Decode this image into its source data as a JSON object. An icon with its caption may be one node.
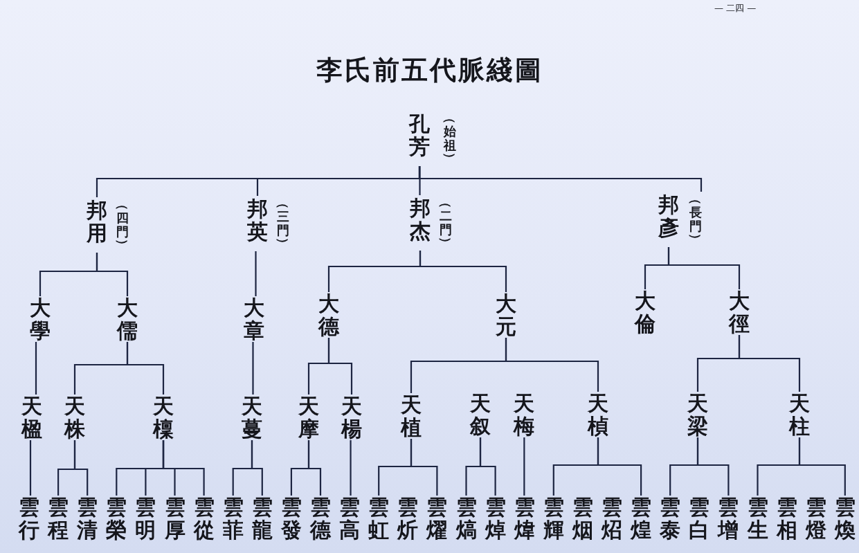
{
  "diagram": {
    "title": "李氏前五代脈綫圖",
    "nodes": [
      {
        "text": [
          "孔芳"
        ],
        "beside": [
          "（始祖）"
        ]
      },
      {
        "text": [
          "邦用"
        ],
        "beside": [
          "（四門）"
        ]
      },
      {
        "text": [
          "邦英"
        ],
        "beside": [
          "（三門）"
        ]
      },
      {
        "text": [
          "邦杰"
        ],
        "beside": [
          "（二門）"
        ]
      },
      {
        "text": [
          "邦彥"
        ],
        "beside": [
          "（長門）"
        ]
      },
      {
        "text": [
          "大學"
        ]
      },
      {
        "text": [
          "大儒"
        ]
      },
      {
        "text": [
          "大章"
        ]
      },
      {
        "text": [
          "大德"
        ]
      },
      {
        "text": [
          "大元"
        ]
      },
      {
        "text": [
          "大倫"
        ]
      },
      {
        "text": [
          "大徑"
        ]
      },
      {
        "text": [
          "天楹"
        ]
      },
      {
        "text": [
          "天株"
        ]
      },
      {
        "text": [
          "天檁"
        ]
      },
      {
        "text": [
          "天蔓"
        ]
      },
      {
        "text": [
          "天摩"
        ]
      },
      {
        "text": [
          "天楊"
        ]
      },
      {
        "text": [
          "天植"
        ]
      },
      {
        "text": [
          "天叙"
        ]
      },
      {
        "text": [
          "天梅"
        ]
      },
      {
        "text": [
          "天楨"
        ]
      },
      {
        "text": [
          "天梁"
        ]
      },
      {
        "text": [
          "天柱"
        ]
      },
      {
        "text": [
          "雲行"
        ]
      },
      {
        "text": [
          "雲程"
        ]
      },
      {
        "text": [
          "雲清"
        ]
      },
      {
        "text": [
          "雲榮"
        ]
      },
      {
        "text": [
          "雲明"
        ]
      },
      {
        "text": [
          "雲厚"
        ]
      },
      {
        "text": [
          "雲從"
        ]
      },
      {
        "text": [
          "雲菲"
        ]
      },
      {
        "text": [
          "雲龍"
        ]
      },
      {
        "text": [
          "雲發"
        ]
      },
      {
        "text": [
          "雲德"
        ]
      },
      {
        "text": [
          "雲高"
        ]
      },
      {
        "text": [
          "雲虹"
        ]
      },
      {
        "text": [
          "雲炘"
        ]
      },
      {
        "text": [
          "雲燿"
        ]
      },
      {
        "text": [
          "雲熇"
        ]
      },
      {
        "text": [
          "雲焯"
        ]
      },
      {
        "text": [
          "雲煒"
        ]
      },
      {
        "text": [
          "雲輝"
        ]
      },
      {
        "text": [
          "雲烟"
        ]
      },
      {
        "text": [
          "雲炤"
        ]
      },
      {
        "text": [
          "雲煌"
        ]
      },
      {
        "text": [
          "雲泰"
        ]
      },
      {
        "text": [
          "雲白"
        ]
      },
      {
        "text": [
          "雲增"
        ]
      },
      {
        "text": [
          "雲生"
        ]
      },
      {
        "text": [
          "雲相"
        ]
      },
      {
        "text": [
          "雲燈"
        ]
      },
      {
        "text": [
          "雲煥"
        ]
      }
    ],
    "edges": [
      {
        "from": 0,
        "to": 1,
        "arrow": "none"
      },
      {
        "from": 0,
        "to": 2,
        "arrow": "none"
      },
      {
        "from": 0,
        "to": 3,
        "arrow": "none"
      },
      {
        "from": 0,
        "to": 4,
        "arrow": "none"
      },
      {
        "from": 1,
        "to": 5,
        "arrow": "none"
      },
      {
        "from": 1,
        "to": 6,
        "arrow": "none"
      },
      {
        "from": 2,
        "to": 7,
        "arrow": "none"
      },
      {
        "from": 3,
        "to": 8,
        "arrow": "none"
      },
      {
        "from": 3,
        "to": 9,
        "arrow": "none"
      },
      {
        "from": 4,
        "to": 10,
        "arrow": "none"
      },
      {
        "from": 4,
        "to": 11,
        "arrow": "none"
      },
      {
        "from": 5,
        "to": 12,
        "arrow": "none"
      },
      {
        "from": 6,
        "to": 13,
        "arrow": "none"
      },
      {
        "from": 6,
        "to": 14,
        "arrow": "none"
      },
      {
        "from": 7,
        "to": 15,
        "arrow": "none"
      },
      {
        "from": 8,
        "to": 16,
        "arrow": "none"
      },
      {
        "from": 8,
        "to": 17,
        "arrow": "none"
      },
      {
        "from": 9,
        "to": 18,
        "arrow": "none"
      },
      {
        "from": 9,
        "to": 21,
        "arrow": "none"
      },
      {
        "from": 11,
        "to": 22,
        "arrow": "none"
      },
      {
        "from": 11,
        "to": 23,
        "arrow": "none"
      },
      {
        "from": 12,
        "to": 24,
        "arrow": "none"
      },
      {
        "from": 13,
        "to": 25,
        "arrow": "none"
      },
      {
        "from": 13,
        "to": 26,
        "arrow": "none"
      },
      {
        "from": 14,
        "to": 27,
        "arrow": "none"
      },
      {
        "from": 14,
        "to": 28,
        "arrow": "none"
      },
      {
        "from": 14,
        "to": 29,
        "arrow": "none"
      },
      {
        "from": 14,
        "to": 30,
        "arrow": "none"
      },
      {
        "from": 15,
        "to": 31,
        "arrow": "none"
      },
      {
        "from": 15,
        "to": 32,
        "arrow": "none"
      },
      {
        "from": 16,
        "to": 33,
        "arrow": "none"
      },
      {
        "from": 16,
        "to": 34,
        "arrow": "none"
      },
      {
        "from": 17,
        "to": 35,
        "arrow": "none"
      },
      {
        "from": 18,
        "to": 36,
        "arrow": "none"
      },
      {
        "from": 18,
        "to": 38,
        "arrow": "none"
      },
      {
        "from": 19,
        "to": 39,
        "arrow": "none"
      },
      {
        "from": 19,
        "to": 40,
        "arrow": "none"
      },
      {
        "from": 20,
        "to": 41,
        "arrow": "none"
      },
      {
        "from": 21,
        "to": 42,
        "arrow": "none"
      },
      {
        "from": 21,
        "to": 45,
        "arrow": "none"
      },
      {
        "from": 22,
        "to": 46,
        "arrow": "none"
      },
      {
        "from": 22,
        "to": 48,
        "arrow": "none"
      },
      {
        "from": 23,
        "to": 49,
        "arrow": "none"
      },
      {
        "from": 23,
        "to": 52,
        "arrow": "none"
      }
    ],
    "labels": [
      "— 二四 —"
    ]
  }
}
